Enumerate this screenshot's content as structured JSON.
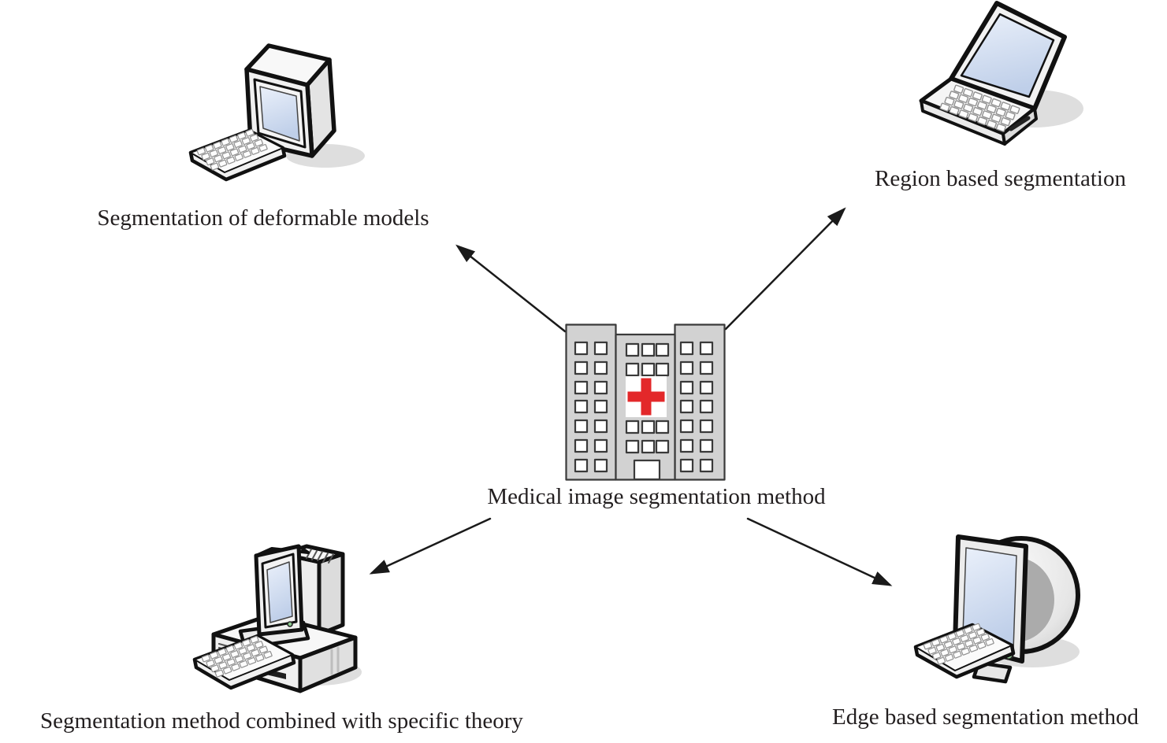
{
  "diagram": {
    "center": {
      "label": "Medical image segmentation method",
      "icon": "hospital-building"
    },
    "nodes": [
      {
        "id": "deformable",
        "position": "top-left",
        "icon": "crt-computer",
        "label": "Segmentation of deformable models"
      },
      {
        "id": "region",
        "position": "top-right",
        "icon": "laptop",
        "label": "Region based segmentation"
      },
      {
        "id": "specific",
        "position": "bottom-left",
        "icon": "desktop-computer",
        "label": "Segmentation method combined with specific theory"
      },
      {
        "id": "edge",
        "position": "bottom-right",
        "icon": "crt-monitor",
        "label": "Edge based segmentation method"
      }
    ],
    "connections": [
      {
        "from": "center",
        "to": "deformable"
      },
      {
        "from": "center",
        "to": "region"
      },
      {
        "from": "center",
        "to": "specific"
      },
      {
        "from": "center",
        "to": "edge"
      }
    ],
    "colors": {
      "background": "#ffffff",
      "building_gray": "#d2d2d2",
      "cross_red": "#e3282a",
      "outline": "#1a1a1a",
      "screen_blue": "#c8d6ee",
      "shadow_gray": "#dedede",
      "text": "#231f20"
    }
  }
}
